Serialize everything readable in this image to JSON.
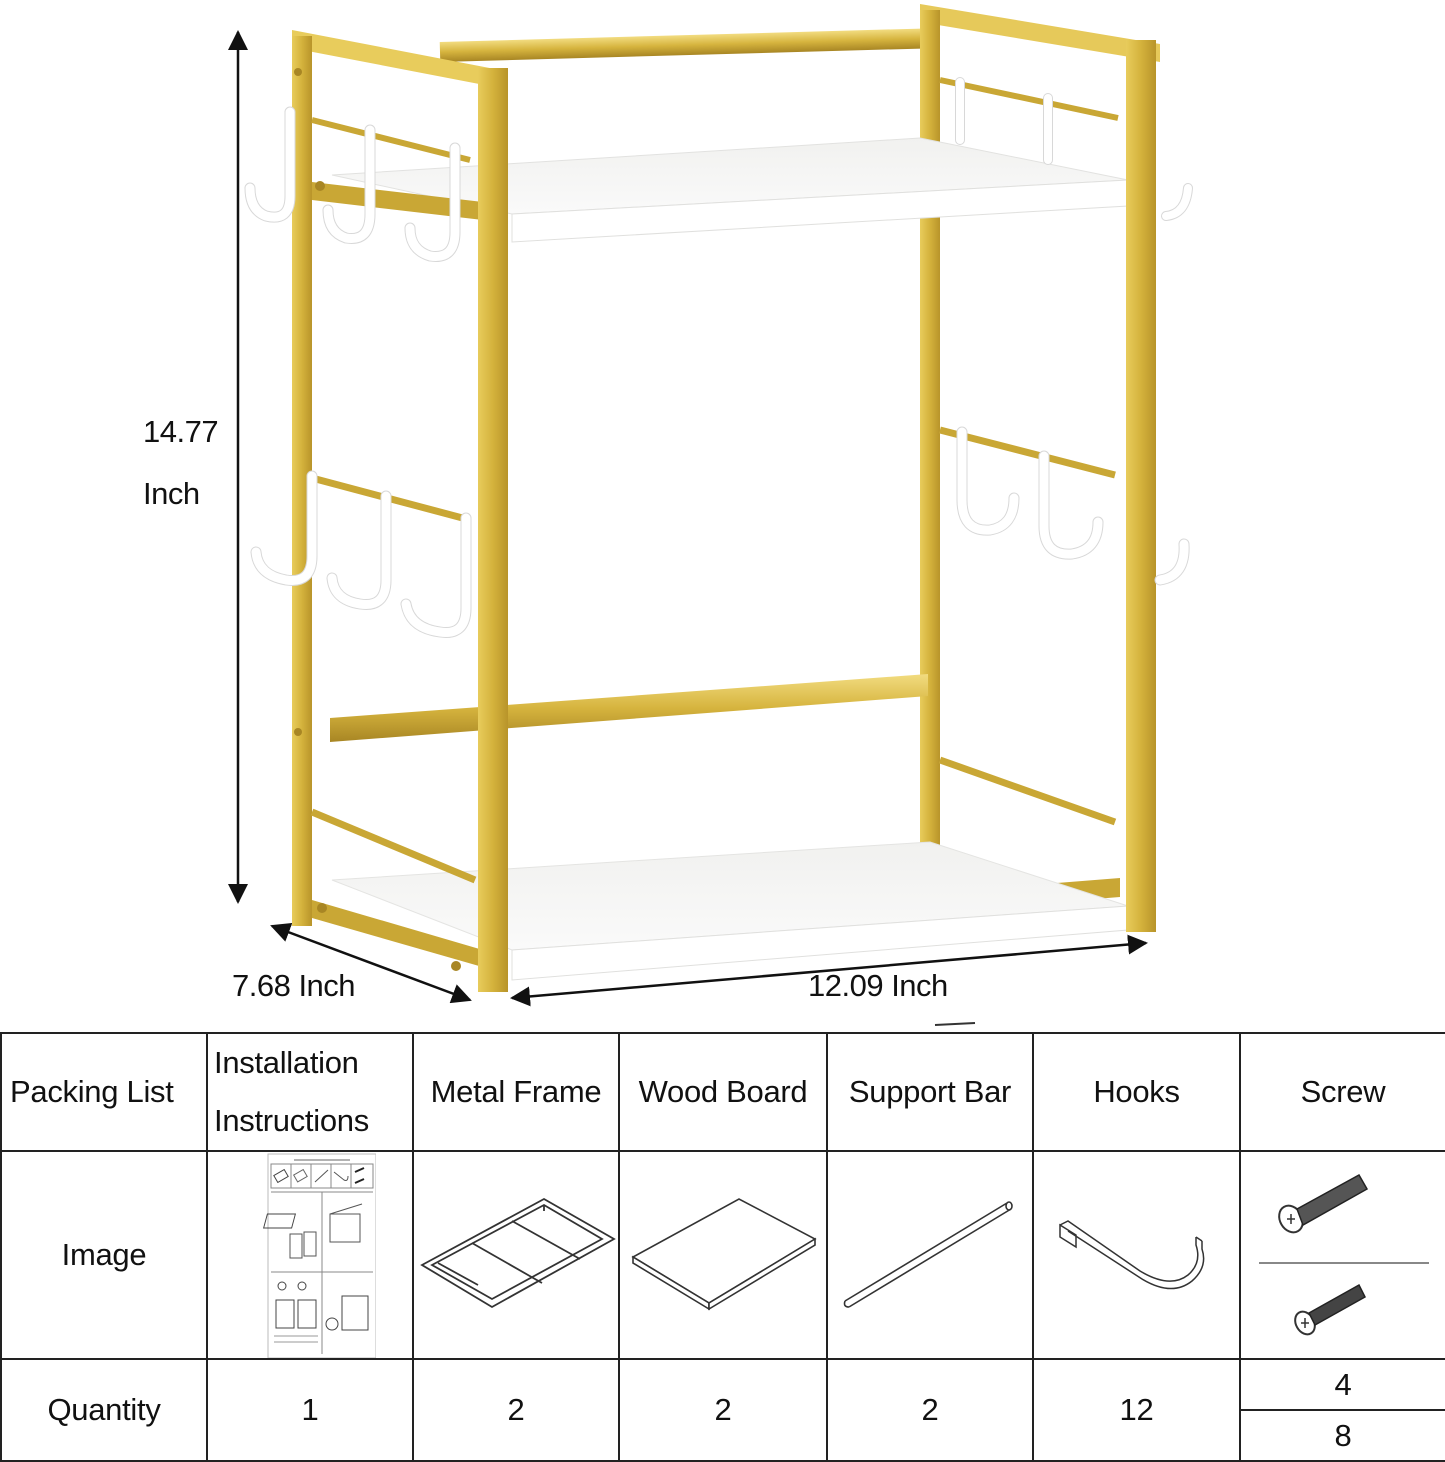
{
  "dimensions": {
    "height_value": "14.77",
    "height_unit": "Inch",
    "depth": "7.68 Inch",
    "width": "12.09 Inch"
  },
  "colors": {
    "gold": "#d9b640",
    "gold_dark": "#b8942a",
    "gold_light": "#f0d878",
    "shelf_white": "#f7f7f5",
    "hook_white": "#ffffff",
    "line": "#222222"
  },
  "packing_list": {
    "headers": [
      "Packing List",
      "Installation Instructions",
      "Metal Frame",
      "Wood Board",
      "Support Bar",
      "Hooks",
      "Screw"
    ],
    "header_lines": {
      "installation_line1": "Installation",
      "installation_line2": "Instructions"
    },
    "row_labels": {
      "image": "Image",
      "quantity": "Quantity"
    },
    "images": [
      "instructions-sheet-icon",
      "metal-frame-icon",
      "wood-board-icon",
      "support-bar-icon",
      "hook-icon",
      "screw-icon"
    ],
    "quantities": {
      "installation_instructions": "1",
      "metal_frame": "2",
      "wood_board": "2",
      "support_bar": "2",
      "hooks": "12",
      "screw_large": "4",
      "screw_small": "8"
    }
  }
}
